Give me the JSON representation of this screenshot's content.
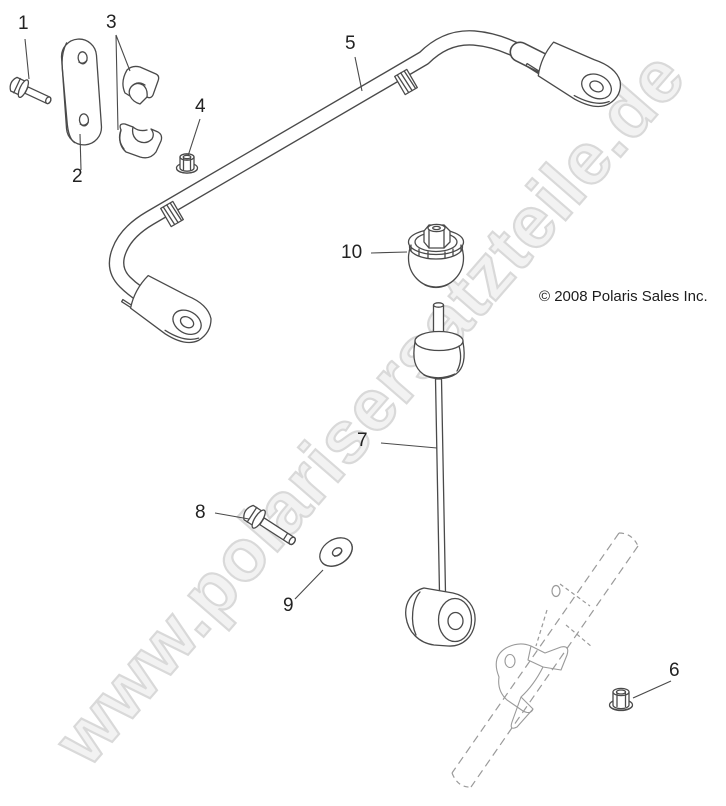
{
  "diagram": {
    "watermark": "www.polarisersatzteile.de",
    "copyright": "© 2008 Polaris Sales Inc.",
    "callouts": [
      {
        "num": "1"
      },
      {
        "num": "2"
      },
      {
        "num": "3"
      },
      {
        "num": "4"
      },
      {
        "num": "5"
      },
      {
        "num": "6"
      },
      {
        "num": "7"
      },
      {
        "num": "8"
      },
      {
        "num": "9"
      },
      {
        "num": "10"
      }
    ],
    "colors": {
      "line": "#4a4a4a",
      "reference": "#9a9a9a",
      "watermark_fill": "#f2f2f2",
      "watermark_outline": "#d9d9d9",
      "background": "#ffffff",
      "text": "#222222"
    }
  }
}
